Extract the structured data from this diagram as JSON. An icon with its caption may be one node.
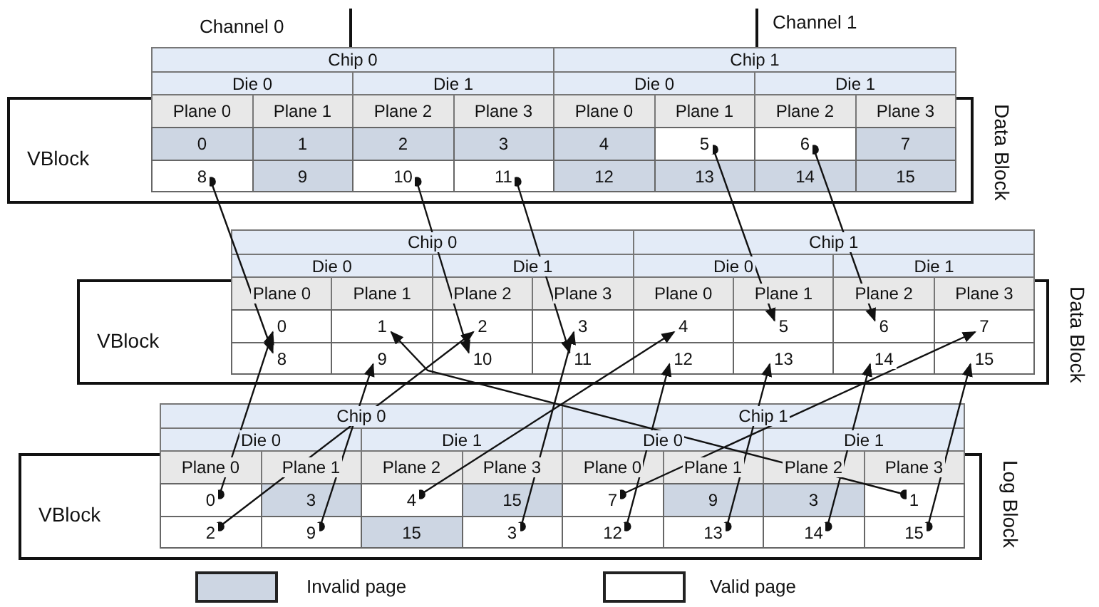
{
  "diagram": {
    "nodes": [
      {
        "text": [
          "VBlock"
        ],
        "beside": [
          "Data Block"
        ]
      },
      {
        "text": [
          "0"
        ],
        "in": 0
      },
      {
        "text": [
          "1"
        ],
        "in": 0
      },
      {
        "text": [
          "2"
        ],
        "in": 0
      },
      {
        "text": [
          "3"
        ],
        "in": 0
      },
      {
        "text": [
          "4"
        ],
        "in": 0
      },
      {
        "text": [
          "5"
        ],
        "in": 0
      },
      {
        "text": [
          "6"
        ],
        "in": 0
      },
      {
        "text": [
          "7"
        ],
        "in": 0
      },
      {
        "text": [
          "8"
        ],
        "in": 0
      },
      {
        "text": [
          "9"
        ],
        "in": 0
      },
      {
        "text": [
          "10"
        ],
        "in": 0
      },
      {
        "text": [
          "11"
        ],
        "in": 0
      },
      {
        "text": [
          "12"
        ],
        "in": 0
      },
      {
        "text": [
          "13"
        ],
        "in": 0
      },
      {
        "text": [
          "14"
        ],
        "in": 0
      },
      {
        "text": [
          "15"
        ],
        "in": 0
      },
      {
        "text": [
          "VBlock"
        ],
        "beside": [
          "Data Block"
        ]
      },
      {
        "text": [
          "0"
        ],
        "in": 17
      },
      {
        "text": [
          "1"
        ],
        "in": 17
      },
      {
        "text": [
          "2"
        ],
        "in": 17
      },
      {
        "text": [
          "3"
        ],
        "in": 17
      },
      {
        "text": [
          "4"
        ],
        "in": 17
      },
      {
        "text": [
          "5"
        ],
        "in": 17
      },
      {
        "text": [
          "6"
        ],
        "in": 17
      },
      {
        "text": [
          "7"
        ],
        "in": 17
      },
      {
        "text": [
          "8"
        ],
        "in": 17
      },
      {
        "text": [
          "9"
        ],
        "in": 17
      },
      {
        "text": [
          "10"
        ],
        "in": 17
      },
      {
        "text": [
          "11"
        ],
        "in": 17
      },
      {
        "text": [
          "12"
        ],
        "in": 17
      },
      {
        "text": [
          "13"
        ],
        "in": 17
      },
      {
        "text": [
          "14"
        ],
        "in": 17
      },
      {
        "text": [
          "15"
        ],
        "in": 17
      },
      {
        "text": [
          "VBlock"
        ],
        "beside": [
          "Log Block"
        ]
      },
      {
        "text": [
          "0"
        ],
        "in": 34
      },
      {
        "text": [
          "3"
        ],
        "in": 34
      },
      {
        "text": [
          "4"
        ],
        "in": 34
      },
      {
        "text": [
          "15"
        ],
        "in": 34
      },
      {
        "text": [
          "7"
        ],
        "in": 34
      },
      {
        "text": [
          "9"
        ],
        "in": 34
      },
      {
        "text": [
          "3"
        ],
        "in": 34
      },
      {
        "text": [
          "1"
        ],
        "in": 34
      },
      {
        "text": [
          "2"
        ],
        "in": 34
      },
      {
        "text": [
          "9"
        ],
        "in": 34
      },
      {
        "text": [
          "15"
        ],
        "in": 34
      },
      {
        "text": [
          "3"
        ],
        "in": 34
      },
      {
        "text": [
          "12"
        ],
        "in": 34
      },
      {
        "text": [
          "13"
        ],
        "in": 34
      },
      {
        "text": [
          "14"
        ],
        "in": 34
      },
      {
        "text": [
          "15"
        ],
        "in": 34
      }
    ],
    "edges": [
      {
        "from": 9,
        "to": 26,
        "arrow": "to"
      },
      {
        "from": 11,
        "to": 28,
        "arrow": "to"
      },
      {
        "from": 12,
        "to": 29,
        "arrow": "to"
      },
      {
        "from": 6,
        "to": 23,
        "arrow": "to"
      },
      {
        "from": 7,
        "to": 24,
        "arrow": "to"
      },
      {
        "from": 35,
        "to": 18,
        "arrow": "to"
      },
      {
        "from": 42,
        "to": 19,
        "arrow": "to"
      },
      {
        "from": 43,
        "to": 20,
        "arrow": "to"
      },
      {
        "from": 46,
        "to": 21,
        "arrow": "to"
      },
      {
        "from": 37,
        "to": 22,
        "arrow": "to"
      },
      {
        "from": 39,
        "to": 25,
        "arrow": "to"
      },
      {
        "from": 44,
        "to": 27,
        "arrow": "to"
      },
      {
        "from": 47,
        "to": 30,
        "arrow": "to"
      },
      {
        "from": 48,
        "to": 31,
        "arrow": "to"
      },
      {
        "from": 49,
        "to": 32,
        "arrow": "to"
      },
      {
        "from": 50,
        "to": 33,
        "arrow": "to"
      }
    ],
    "labels": [
      "Channel 0",
      "Channel 1",
      "Chip 0",
      "Chip 1",
      "Die 0",
      "Die 1",
      "Die 0",
      "Die 1",
      "Plane 0",
      "Plane 1",
      "Plane 2",
      "Plane 3",
      "Plane 0",
      "Plane 1",
      "Plane 2",
      "Plane 3",
      "Chip 0",
      "Chip 1",
      "Die 0",
      "Die 1",
      "Die 0",
      "Die 1",
      "Plane 0",
      "Plane 1",
      "Plane 2",
      "Plane 3",
      "Plane 0",
      "Plane 1",
      "Plane 2",
      "Plane 3",
      "Chip 0",
      "Chip 1",
      "Die 0",
      "Die 1",
      "Die 0",
      "Die 1",
      "Plane 0",
      "Plane 1",
      "Plane 2",
      "Plane 3",
      "Plane 0",
      "Plane 1",
      "Plane 2",
      "Plane 3"
    ],
    "legend": [
      {
        "text": "Invalid page",
        "color": "#cdd6e3"
      },
      {
        "text": "Valid page",
        "color": "#ffffff"
      }
    ]
  }
}
